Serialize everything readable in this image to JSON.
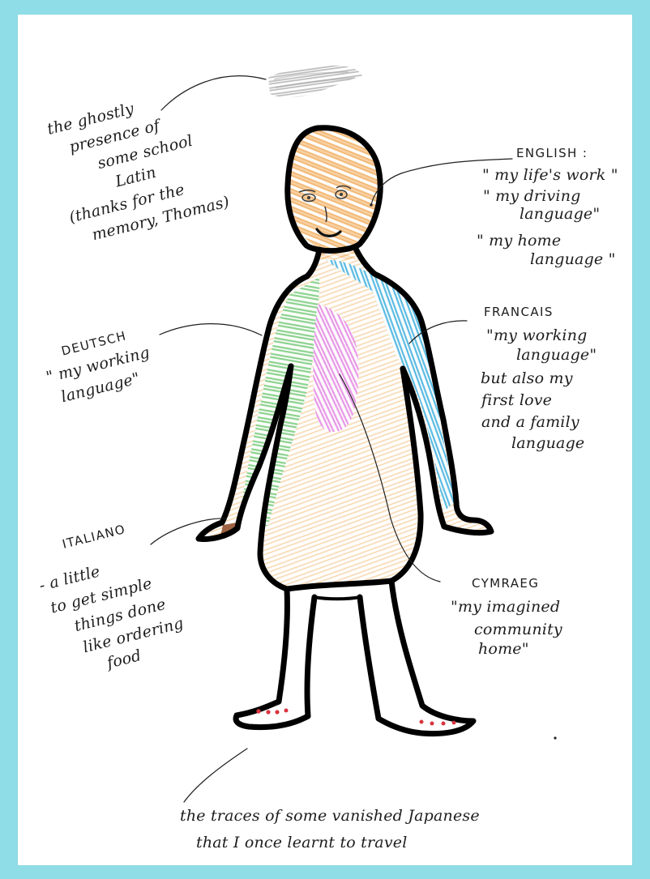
{
  "annotations": {
    "latin": {
      "lines": [
        "the ghostly",
        "presence of",
        "some school",
        "Latin",
        "(thanks for the",
        "memory, Thomas)"
      ]
    },
    "english": {
      "title": "ENGLISH :",
      "lines": [
        "\" my life's work \"",
        "\" my driving",
        "language\"",
        "\" my home",
        "language \""
      ]
    },
    "deutsch": {
      "title": "DEUTSCH",
      "lines": [
        "\" my working",
        "language\""
      ]
    },
    "francais": {
      "title": "FRANCAIS",
      "lines": [
        "\"my working",
        "language\"",
        "but also my",
        "first love",
        "and a family",
        "language"
      ]
    },
    "italiano": {
      "title": "ITALIANO",
      "lines": [
        "- a little",
        "to get simple",
        "things done",
        "like ordering",
        "food"
      ]
    },
    "cymraeg": {
      "title": "CYMRAEG",
      "lines": [
        "\"my imagined",
        "community",
        "home\""
      ]
    },
    "japanese": {
      "lines": [
        "the traces of some vanished Japanese",
        "that I once learnt to travel"
      ]
    }
  },
  "colors": {
    "background": "#8fdde6",
    "paper": "#ffffff",
    "ink": "#000000",
    "english_orange": "#f2b36b",
    "francais_blue": "#4fb7e3",
    "deutsch_green": "#7fcf86",
    "cymraeg_pink": "#e58be8",
    "italiano_brown": "#9a5b3a",
    "japanese_red": "#d8353f",
    "latin_grey": "#b8b8b8"
  }
}
